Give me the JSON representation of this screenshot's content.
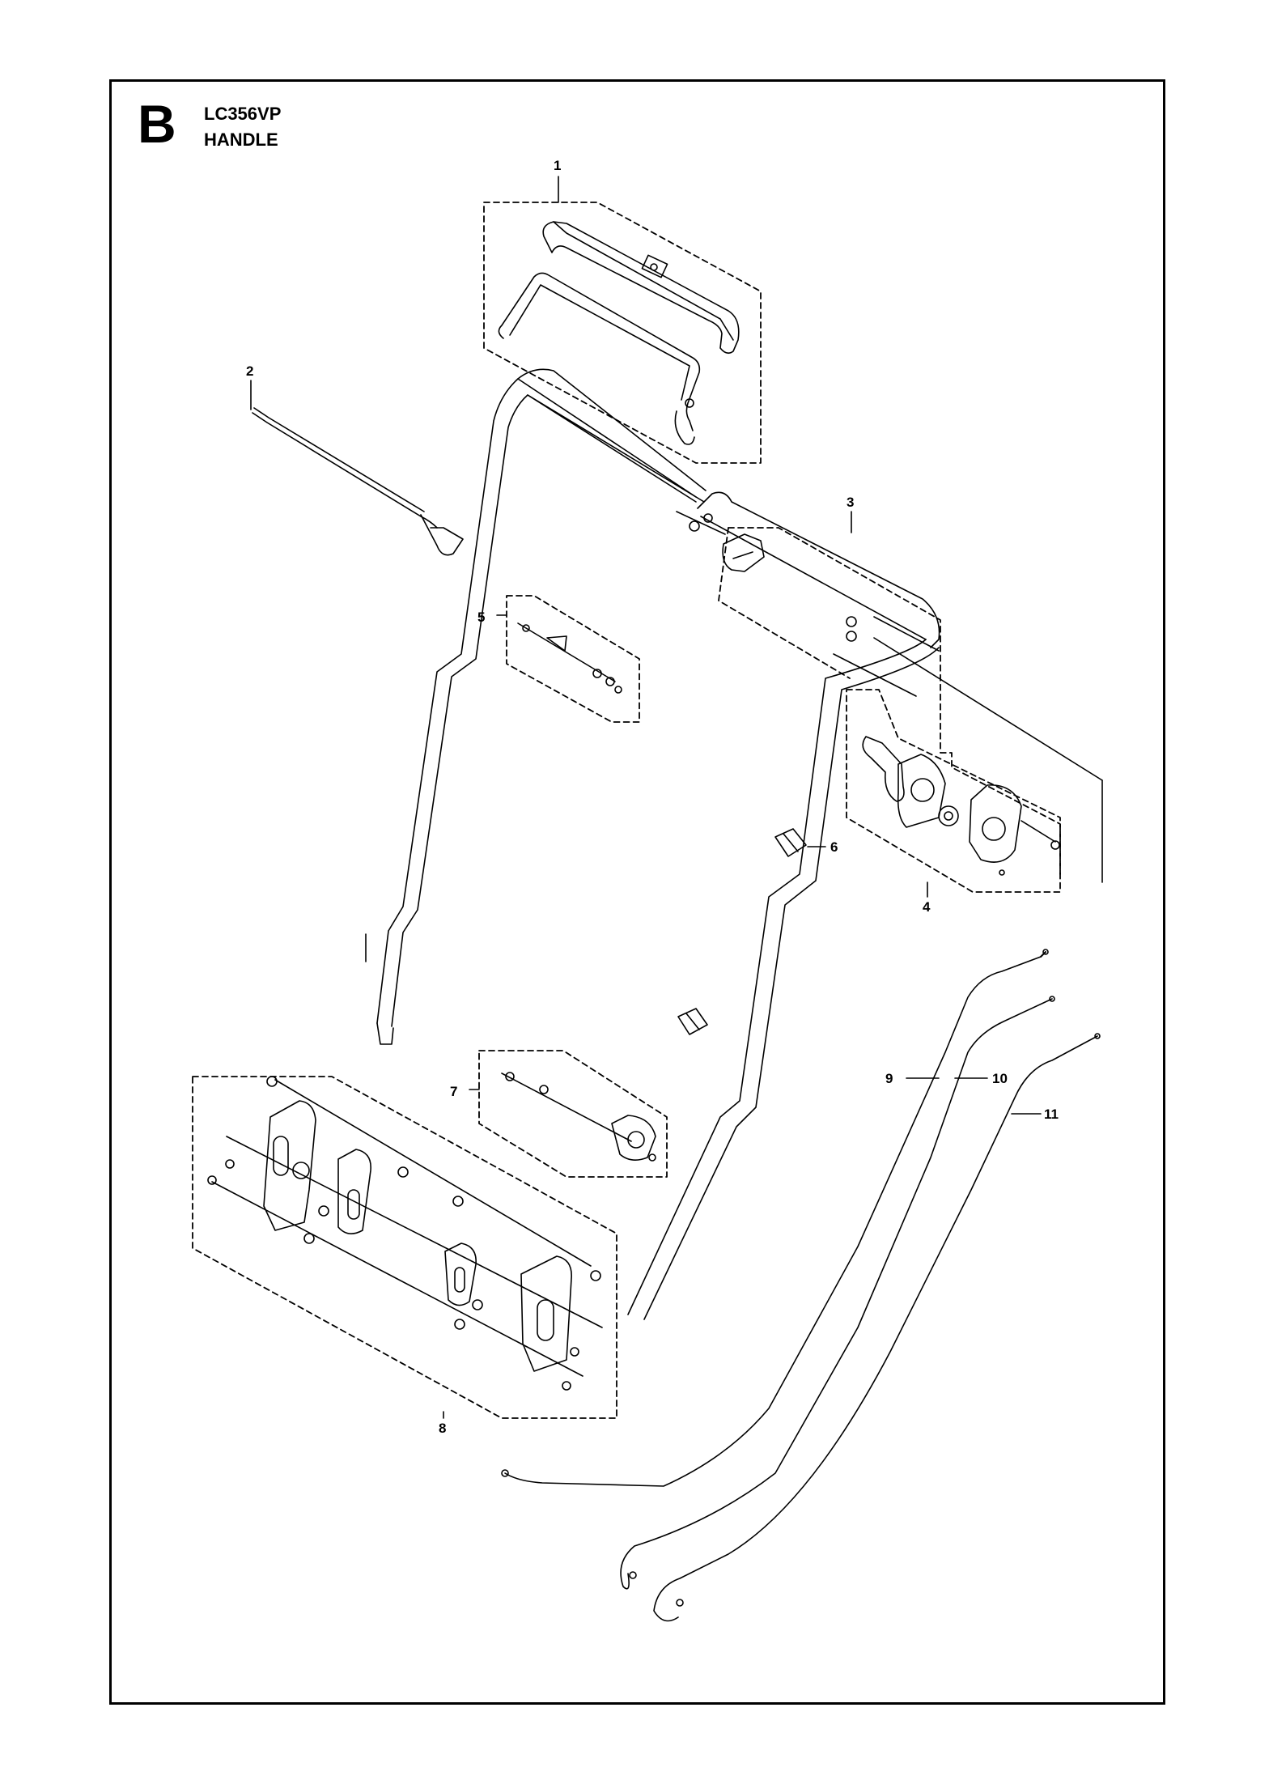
{
  "header": {
    "section_letter": "B",
    "model": "LC356VP",
    "title": "HANDLE"
  },
  "callouts": [
    "1",
    "2",
    "3",
    "4",
    "5",
    "6",
    "7",
    "8",
    "9",
    "10",
    "11"
  ]
}
